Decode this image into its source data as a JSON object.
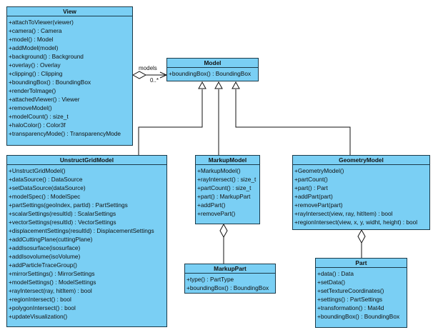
{
  "classes": {
    "view": {
      "name": "View",
      "ops": [
        "+attachToViewer(viewer)",
        "+camera() : Camera",
        "+model() : Model",
        "+addModel(model)",
        "+background() : Background",
        "+overlay() : Overlay",
        "+clipping() : Clipping",
        "+boundingBox() : BoundingBox",
        "+renderToImage()",
        "+attachedViewer() : Viewer",
        "+removeModel()",
        "+modelCount() : size_t",
        "+haloColor() : Color3f",
        "+transparencyMode() : TransparencyMode"
      ]
    },
    "model": {
      "name": "Model",
      "ops": [
        "+boundingBox() : BoundingBox"
      ]
    },
    "unstruct": {
      "name": "UnstructGridModel",
      "ops": [
        "+UnstructGridModel()",
        "+dataSource() : DataSource",
        "+setDataSource(dataSource)",
        "+modelSpec() : ModelSpec",
        "+partSettings(geoIndex, partId) : PartSettings",
        "+scalarSettings(resultId) : ScalarSettings",
        "+vectorSettings(resultId) : VectorSettings",
        "+displacementSettings(resultId) : DisplacementSettings",
        "+addCuttingPlane(cuttingPlane)",
        "+addIsosurface(isosurface)",
        "+addIsovolume(isoVolume)",
        "+addParticleTraceGroup()",
        "+mirrorSettings() : MirrorSettings",
        "+modelSettings() : ModelSettings",
        "+rayIntersect(ray, hitItem) : bool",
        "+regionIntersect() : bool",
        "+polygonIntersect() : bool",
        "+updateVisualization()"
      ]
    },
    "markup": {
      "name": "MarkupModel",
      "ops": [
        "+MarkupModel()",
        "+rayIntersect() : size_t",
        "+partCount() : size_t",
        "+part() : MarkupPart",
        "+addPart()",
        "+removePart()"
      ]
    },
    "markuppart": {
      "name": "MarkupPart",
      "ops": [
        "+type() : PartType",
        "+boundingBox() : BoundingBox"
      ]
    },
    "geometry": {
      "name": "GeometryModel",
      "ops": [
        "+GeometryModel()",
        "+partCount()",
        "+part() : Part",
        "+addPart(part)",
        "+removePart(part)",
        "+rayIntersect(view, ray, hitItem) : bool",
        "+regionIntersect(view, x, y, widht, height) : bool"
      ]
    },
    "part": {
      "name": "Part",
      "ops": [
        "+data() : Data",
        "+setData()",
        "+setTextureCoordinates()",
        "+settings() : PartSettings",
        "+transformation() : Mat4d",
        "+boundingBox() : BoundingBox"
      ]
    }
  },
  "association": {
    "role": "models",
    "multiplicity": "0..*"
  },
  "colors": {
    "class_fill": "#7acff4",
    "border": "#1a3a4a"
  }
}
